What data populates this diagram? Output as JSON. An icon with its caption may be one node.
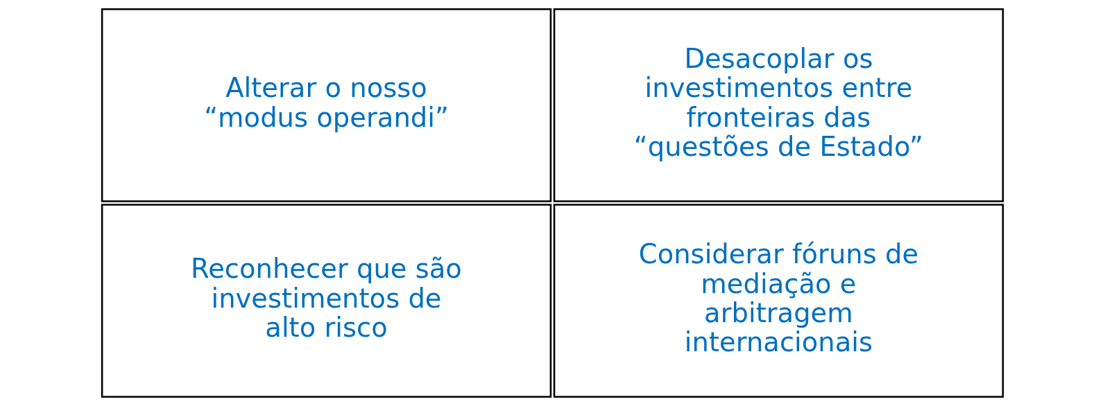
{
  "diagram": {
    "nodes": [
      {
        "text": [
          "Alterar o nosso “modus operandi”"
        ]
      },
      {
        "text": [
          "Reconhecer que são investimentos de alto risco"
        ]
      },
      {
        "text": [
          "Desacoplar os investimentos entre fronteiras das “questões de Estado”"
        ]
      },
      {
        "text": [
          "Considerar fóruns de mediação e arbitragem internacionais"
        ]
      }
    ]
  }
}
